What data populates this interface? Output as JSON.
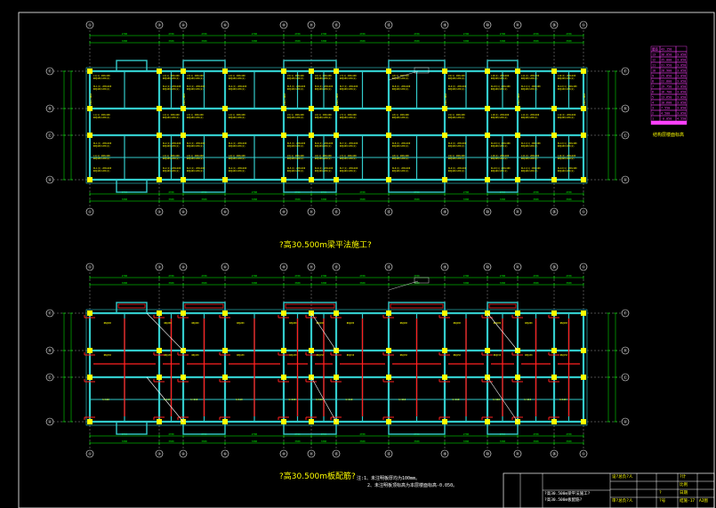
{
  "drawing": {
    "top_plan_title": "?高30.500m梁平法施工?",
    "bottom_plan_title": "?高30.500m板配筋?",
    "notes": [
      "注:1、未注明板厚均为100mm。",
      "2、未注明板顶标高为本层楼面标高-0.050。"
    ],
    "top_axes": [
      "①",
      "③",
      "④",
      "⑥",
      "⑩",
      "⑪",
      "⑬",
      "⑮",
      "⑲",
      "⑳",
      "㉑",
      "㉔"
    ],
    "row_axes": [
      "Ⓔ",
      "Ⓓ",
      "Ⓒ",
      "Ⓐ"
    ],
    "elevation_table": {
      "title": "结构层楼面标高",
      "rows": [
        [
          "屋面",
          "43.150",
          ""
        ],
        [
          "13",
          "38.050",
          "3.050"
        ],
        [
          "12",
          "35.000",
          "3.050"
        ],
        [
          "11",
          "31.950",
          "3.050"
        ],
        [
          "10",
          "28.900",
          "3.050"
        ],
        [
          "9",
          "25.850",
          "3.050"
        ],
        [
          "8",
          "22.800",
          "3.050"
        ],
        [
          "7",
          "19.750",
          "3.050"
        ],
        [
          "6",
          "16.700",
          "3.050"
        ],
        [
          "5",
          "13.650",
          "3.050"
        ],
        [
          "4",
          "10.600",
          "3.050"
        ],
        [
          "3",
          "7.550",
          "3.050"
        ],
        [
          "2",
          "4.500",
          "3.050"
        ],
        [
          "1",
          "-0.050",
          "4.550"
        ]
      ]
    },
    "title_block": {
      "project": "?高30.500m梁平法施工?",
      "project2": "?高30.500m板配筋?",
      "designer": "设?总负?人",
      "checker": "审?总负?人",
      "drawn": "?计",
      "scale": "比例",
      "sheet": "日期",
      "sheet_no": "结施-17",
      "sheet_no2": "A2图",
      "cell_a": "?",
      "cell_b": "?号"
    },
    "colors": {
      "background": "#000000",
      "beam": "#33cccc",
      "rebar_label": "#ffff00",
      "slab_rebar": "#ff2020",
      "column": "#ffff00",
      "dim": "#00ff00",
      "axis": "#ffffff",
      "elevation": "#ff40ff"
    }
  }
}
